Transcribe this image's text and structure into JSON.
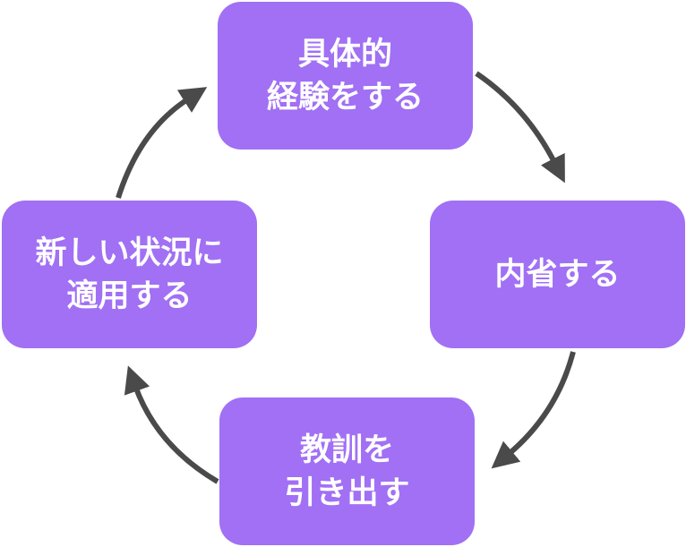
{
  "colors": {
    "node_fill": "#a170f4",
    "node_text": "#ffffff",
    "arrow": "#4a4a4a"
  },
  "nodes": {
    "top": {
      "line1": "具体的",
      "line2": "経験をする"
    },
    "right": {
      "line1": "内省する"
    },
    "bottom": {
      "line1": "教訓を",
      "line2": "引き出す"
    },
    "left": {
      "line1": "新しい状況に",
      "line2": "適用する"
    }
  }
}
